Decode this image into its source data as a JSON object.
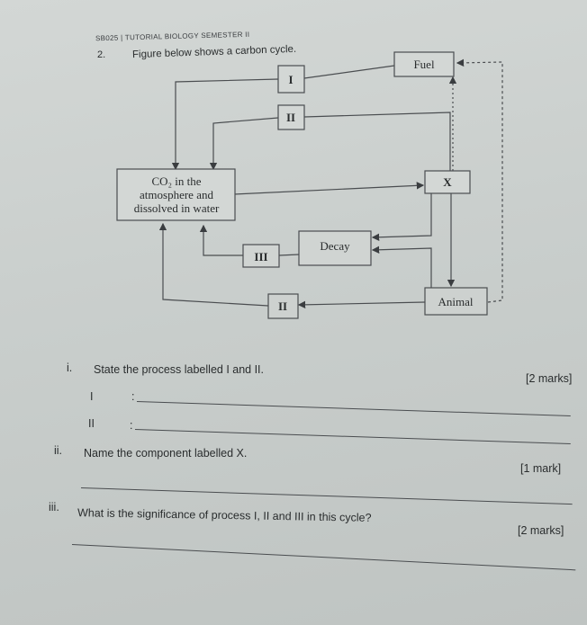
{
  "header": "SB025 | TUTORIAL BIOLOGY SEMESTER II",
  "question": {
    "number": "2.",
    "intro": "Figure below shows a carbon cycle."
  },
  "diagram": {
    "boxes": {
      "process_I": "I",
      "process_II_top": "II",
      "fuel": "Fuel",
      "co2_line1": "CO₂ in the",
      "co2_line2": "atmosphere and",
      "co2_line3": "dissolved in water",
      "x": "X",
      "decay": "Decay",
      "process_III": "III",
      "process_II_bottom": "II",
      "animal": "Animal"
    }
  },
  "subquestions": [
    {
      "number": "i.",
      "text": "State the process labelled I and II.",
      "marks": "[2 marks]",
      "answers": [
        {
          "label": "I",
          "sep": ":"
        },
        {
          "label": "II",
          "sep": ":"
        }
      ]
    },
    {
      "number": "ii.",
      "text": "Name the component labelled X.",
      "marks": "[1 mark]"
    },
    {
      "number": "iii.",
      "text": "What is the significance of process I, II and III in this cycle?",
      "marks": "[2 marks]"
    }
  ]
}
